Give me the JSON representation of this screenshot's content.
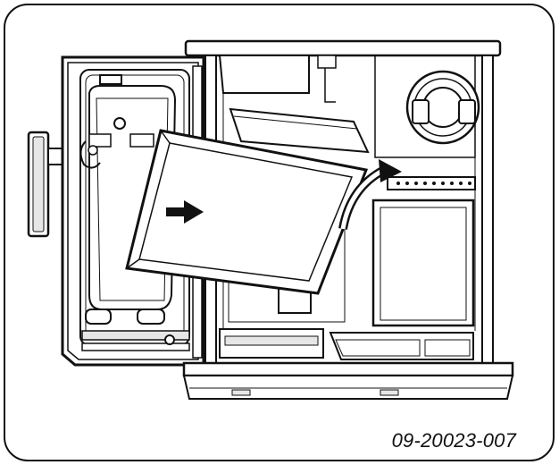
{
  "document": {
    "code": "09-20023-007"
  },
  "illustration": {
    "subject": "appliance-interior-tray-insertion",
    "arrows": [
      "insert-direction-arrow",
      "tilt-curve-arrow"
    ],
    "colors": {
      "line": "#111111",
      "fill": "#ffffff",
      "shade": "#e6e6e6"
    }
  }
}
